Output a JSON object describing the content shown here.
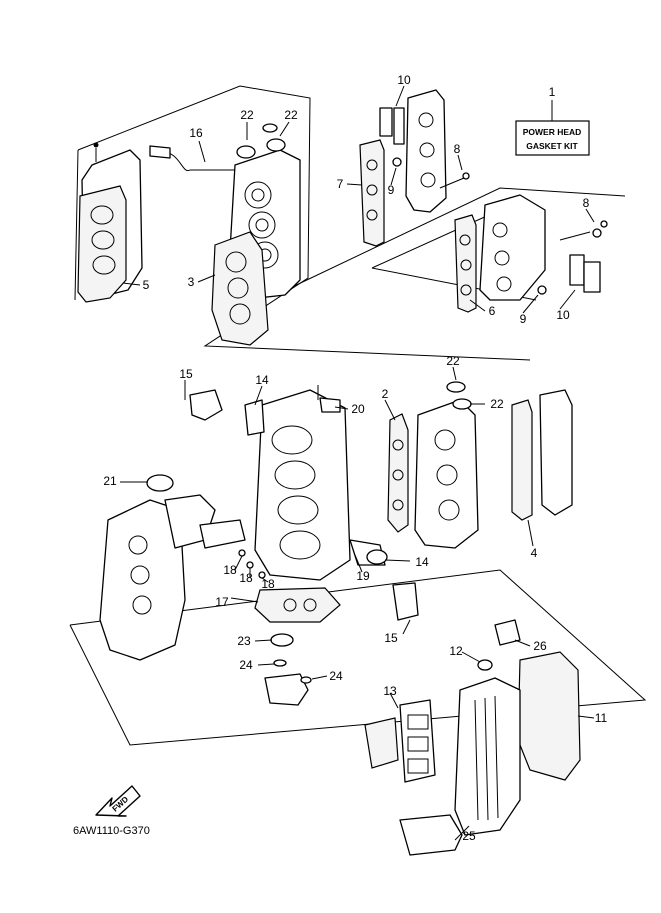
{
  "kit_box": {
    "line1": "POWER HEAD",
    "line2": "GASKET KIT"
  },
  "diagram_code": "6AW1110-G370",
  "fwd_label": "FWD",
  "callouts": {
    "c1": "1",
    "c2": "2",
    "c3": "3",
    "c4": "4",
    "c5": "5",
    "c6": "6",
    "c7": "7",
    "c8a": "8",
    "c8b": "8",
    "c9a": "9",
    "c9b": "9",
    "c10a": "10",
    "c10b": "10",
    "c11": "11",
    "c12": "12",
    "c13": "13",
    "c14a": "14",
    "c14b": "14",
    "c15a": "15",
    "c15b": "15",
    "c16": "16",
    "c17": "17",
    "c18a": "18",
    "c18b": "18",
    "c18c": "18",
    "c19": "19",
    "c20": "20",
    "c21": "21",
    "c22a": "22",
    "c22b": "22",
    "c22c": "22",
    "c22d": "22",
    "c23": "23",
    "c24a": "24",
    "c24b": "24",
    "c25": "25",
    "c26": "26"
  }
}
